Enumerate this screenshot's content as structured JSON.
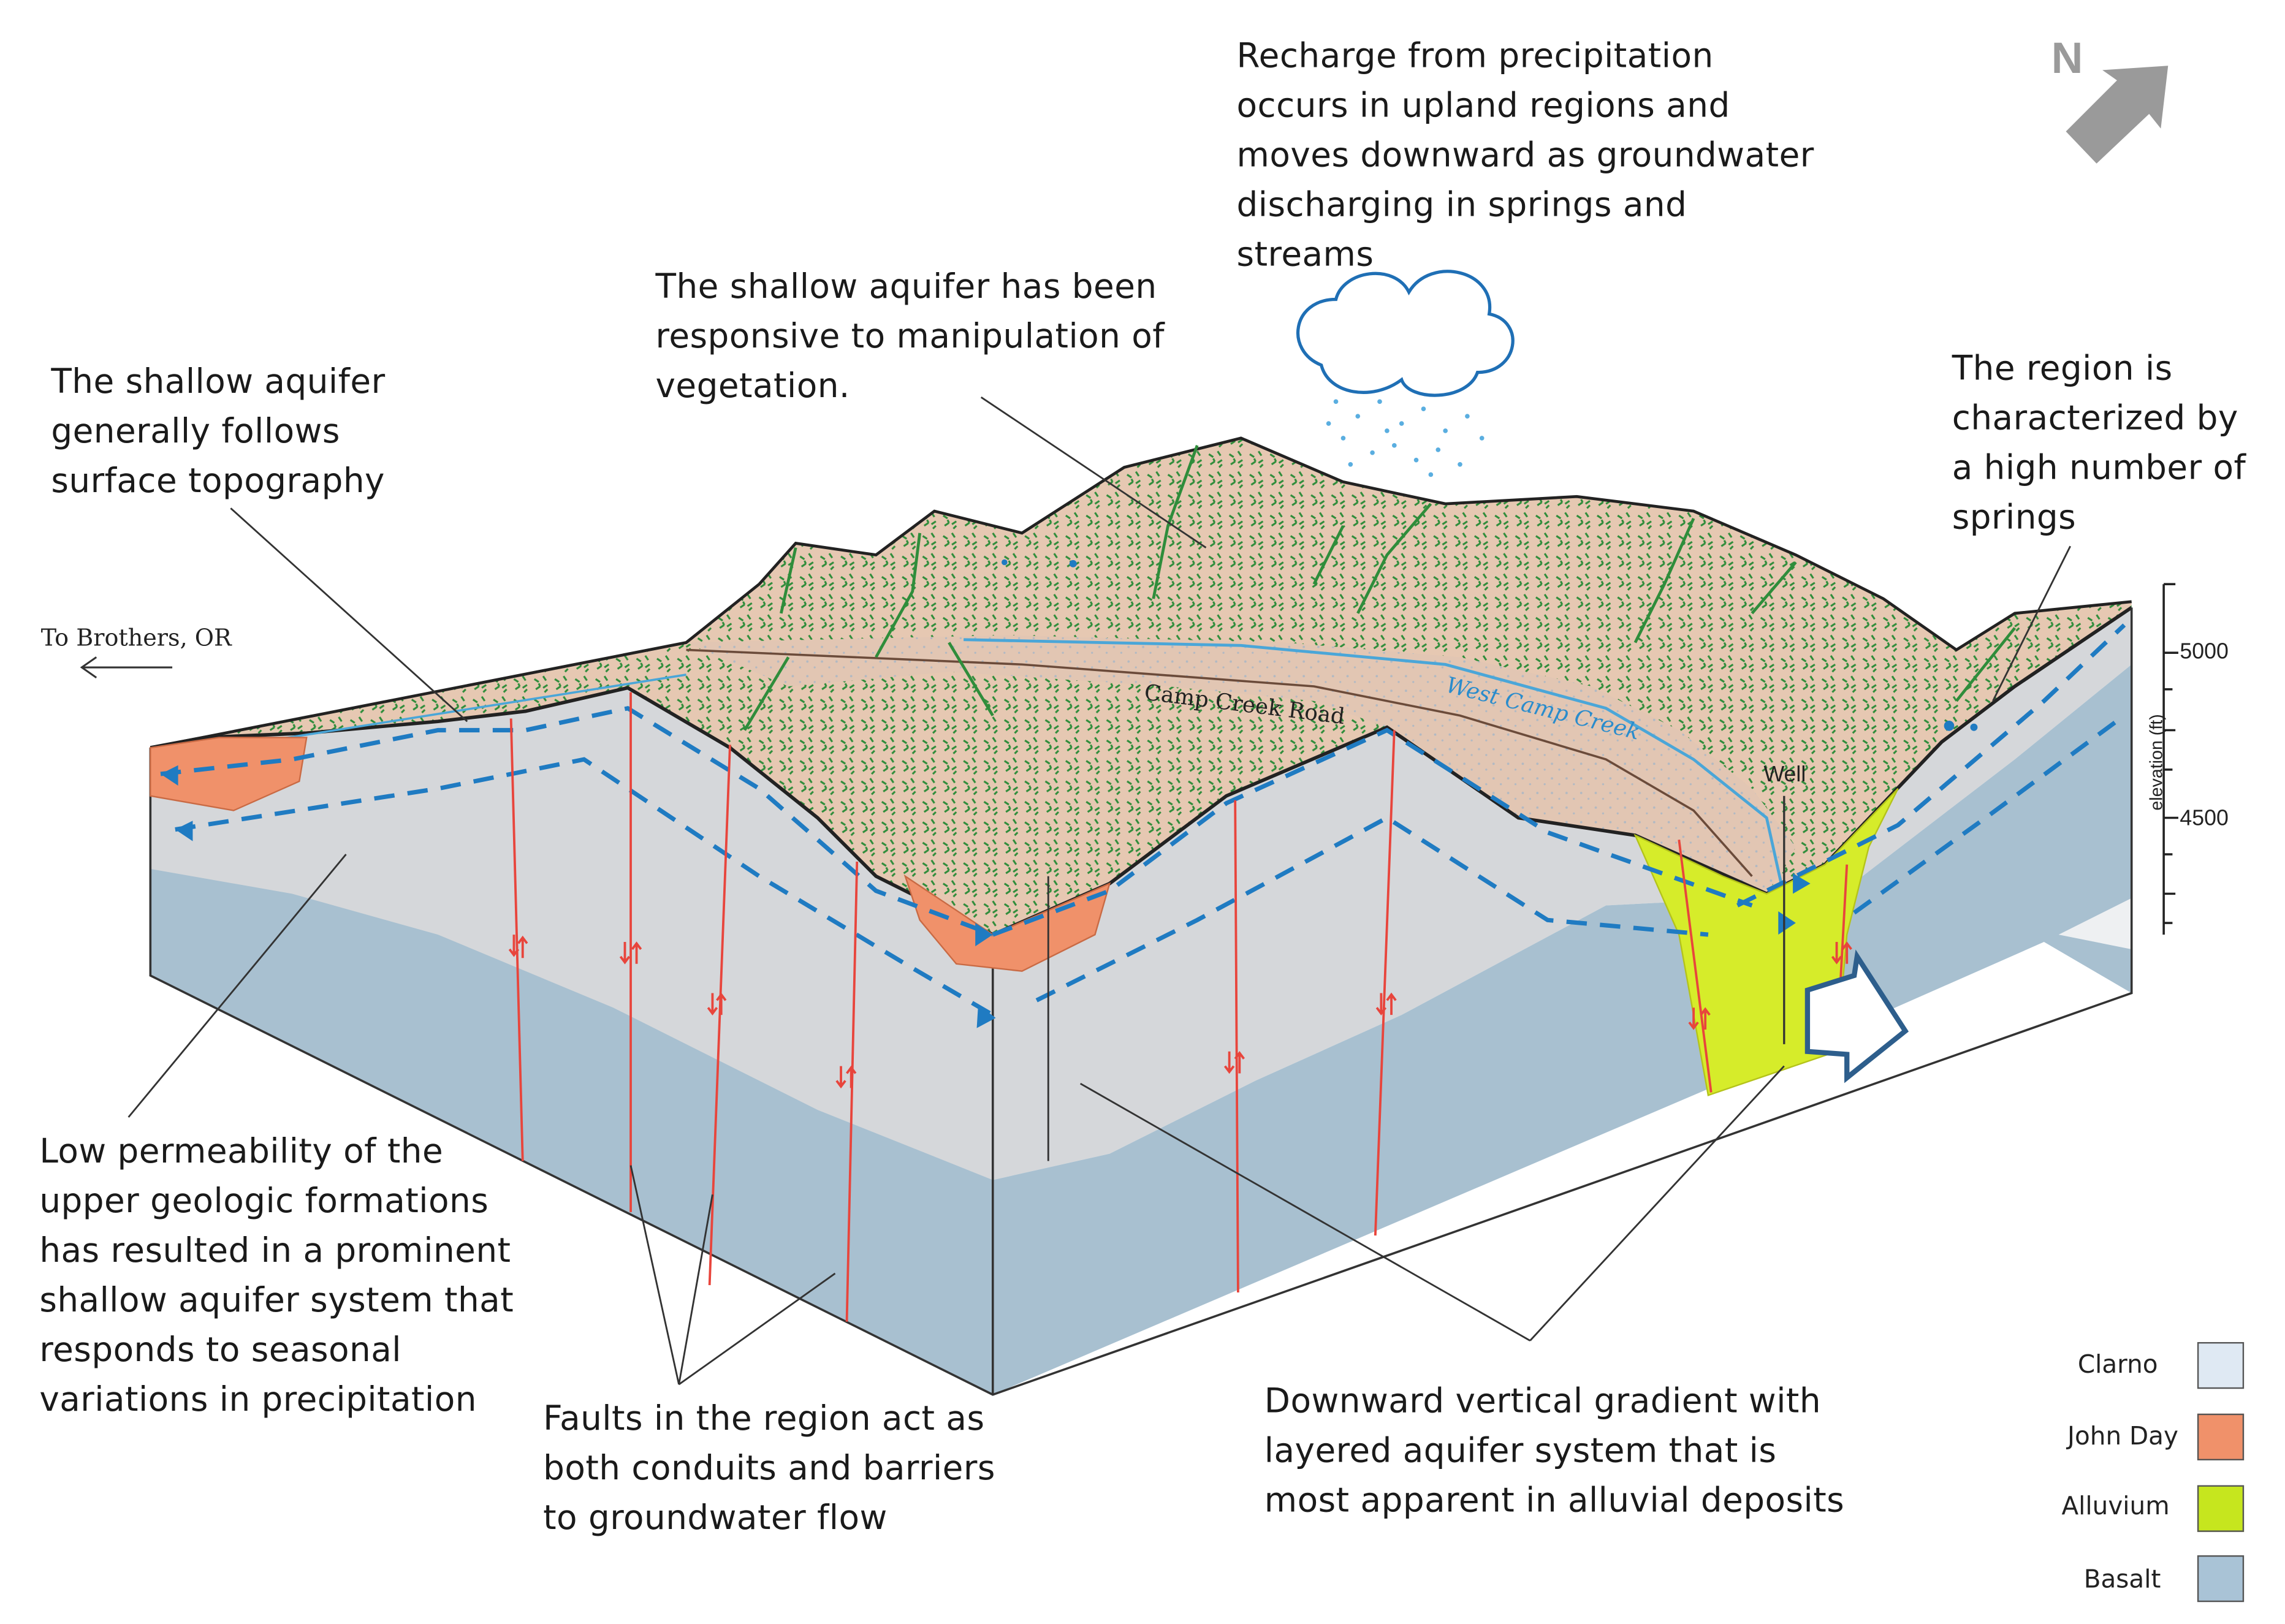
{
  "annotations": {
    "recharge": "Recharge from precipitation\noccurs in upland regions  and\nmoves downward as groundwater\ndischarging in springs and\nstreams",
    "vegetation": "The shallow aquifer has been\nresponsive to manipulation of\nvegetation.",
    "topography": "The shallow aquifer\ngenerally follows\nsurface topography",
    "springs": "The region is\ncharacterized by\na high number of\nsprings",
    "permeability": "Low permeability of the\nupper geologic formations\nhas resulted in a prominent\nshallow aquifer system that\nresponds to  seasonal\nvariations in precipitation",
    "faults": "Faults in the region act as\nboth conduits and barriers\nto groundwater flow",
    "gradient": "Downward vertical gradient  with\nlayered aquifer system that is\nmost apparent in alluvial deposits"
  },
  "map_labels": {
    "brothers": "To Brothers, OR",
    "road": "Camp Creek Road",
    "creek": "West Camp Creek",
    "well": "Well",
    "north": "N"
  },
  "elevation_axis": {
    "label": "elevation (ft)",
    "ticks": [
      "5000",
      "4500"
    ]
  },
  "legend": [
    {
      "label": "Clarno",
      "color": "#dfe9f3"
    },
    {
      "label": "John Day",
      "color": "#f0916a"
    },
    {
      "label": "Alluvium",
      "color": "#c6e61e"
    },
    {
      "label": "Basalt",
      "color": "#a9c3d6"
    }
  ],
  "colors": {
    "surface": "#e8c9b4",
    "vegetation": "#2e8b3a",
    "clarno_face": "#d6d8db",
    "basalt_face": "#a8c0d0",
    "john_day": "#f0916a",
    "alluvium": "#d6ec2a",
    "flow_arrow": "#1f7bc2",
    "fault": "#e8453c",
    "creek": "#4aa6d8"
  }
}
